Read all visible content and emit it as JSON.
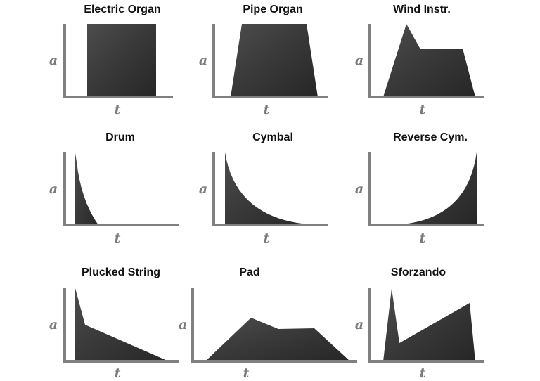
{
  "colors": {
    "axis": "#808080",
    "shape_dark": "#2e2e2e",
    "shape_light": "#4d4d4d",
    "title_text": "#111111",
    "axis_label": "#7a7a7a"
  },
  "panels": [
    {
      "title": "Electric Organ",
      "y_label": "a",
      "x_label": "t",
      "shape": "rectangle"
    },
    {
      "title": "Pipe Organ",
      "y_label": "a",
      "x_label": "t",
      "shape": "trapezoid"
    },
    {
      "title": "Wind Instr.",
      "y_label": "a",
      "x_label": "t",
      "shape": "peak-then-sustain"
    },
    {
      "title": "Drum",
      "y_label": "a",
      "x_label": "t",
      "shape": "fast-exponential-decay"
    },
    {
      "title": "Cymbal",
      "y_label": "a",
      "x_label": "t",
      "shape": "slow-exponential-decay"
    },
    {
      "title": "Reverse Cym.",
      "y_label": "a",
      "x_label": "t",
      "shape": "exponential-rise"
    },
    {
      "title": "Plucked String",
      "y_label": "a",
      "x_label": "t",
      "shape": "spike-then-linear-decay"
    },
    {
      "title": "Pad",
      "y_label": "a",
      "x_label": "t",
      "shape": "slow-attack-decay-sustain-release"
    },
    {
      "title": "Sforzando",
      "y_label": "a",
      "x_label": "t",
      "shape": "spike-dip-then-swell"
    }
  ]
}
